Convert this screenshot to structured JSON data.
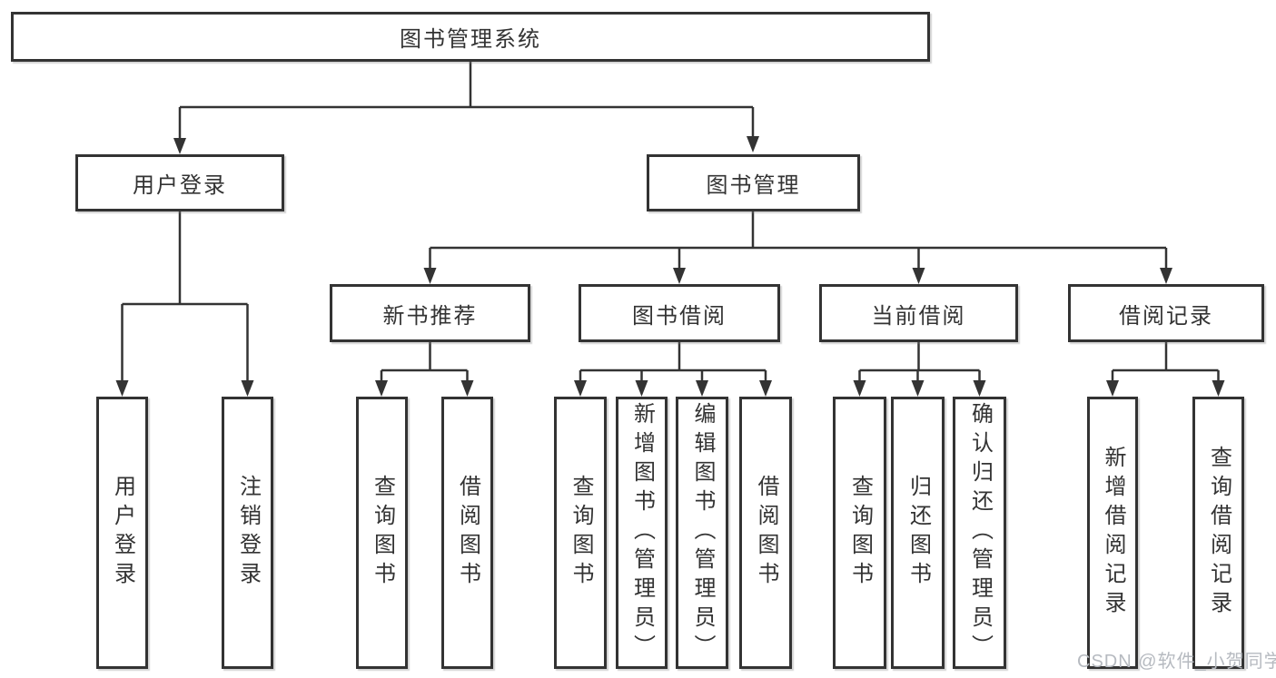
{
  "diagram": {
    "root": "图书管理系统",
    "user_login": {
      "label": "用户登录",
      "leaves": [
        "用户登录",
        "注销登录"
      ]
    },
    "book_management": {
      "label": "图书管理",
      "children": {
        "new_book": {
          "label": "新书推荐",
          "leaves": [
            "查询图书",
            "借阅图书"
          ]
        },
        "borrow": {
          "label": "图书借阅",
          "leaves": [
            "查询图书",
            "新增图书（管理员）",
            "编辑图书（管理员）",
            "借阅图书"
          ]
        },
        "current": {
          "label": "当前借阅",
          "leaves": [
            "查询图书",
            "归还图书",
            "确认归还（管理员）"
          ]
        },
        "records": {
          "label": "借阅记录",
          "leaves": [
            "新增借阅记录",
            "查询借阅记录"
          ]
        }
      }
    }
  },
  "watermark": "CSDN @软件_小贺同学",
  "colors": {
    "line": "#333333",
    "text": "#333333",
    "watermark": "#b6bac0",
    "background": "#ffffff"
  }
}
